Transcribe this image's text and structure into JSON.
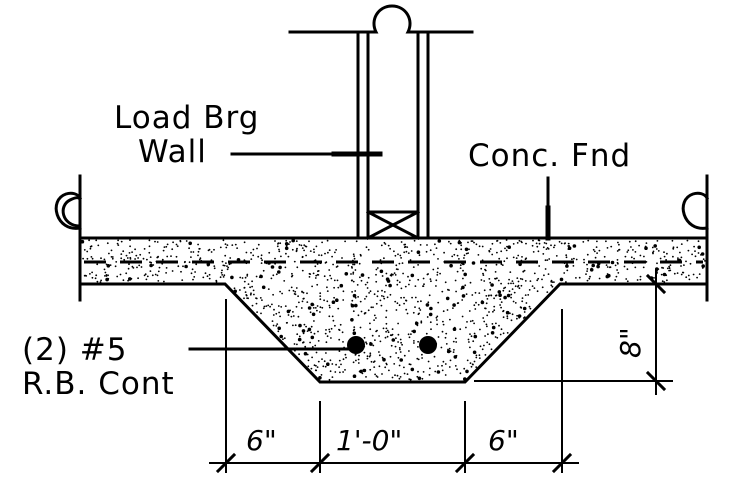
{
  "labels": {
    "wall_line1": "Load Brg",
    "wall_line2": "Wall",
    "foundation": "Conc. Fnd",
    "rebar_line1": "(2) #5",
    "rebar_line2": "R.B. Cont"
  },
  "dimensions": {
    "left_slope": "6\"",
    "bottom_width": "1'-0\"",
    "right_slope": "6\"",
    "depth": "8\""
  },
  "colors": {
    "line": "#000000",
    "background": "#ffffff"
  }
}
